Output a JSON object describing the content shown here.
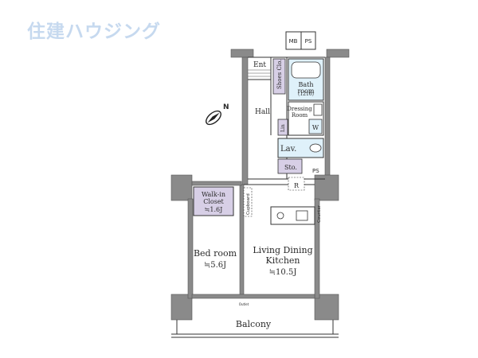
{
  "watermark": "住建ハウジング",
  "compass": "N",
  "rooms": {
    "mb": "MB",
    "ps_top": "PS",
    "entrance": "Ent",
    "shoes_closet": "Shoes Clo.",
    "bathroom": "Bath room",
    "bathroom_size": "(1216)",
    "hall": "Hall",
    "dressing": "Dressing Room",
    "linen": "Lin",
    "washer": "W",
    "lavatory": "Lav.",
    "storage": "Sto.",
    "ps_mid": "PS",
    "refrigerator": "R",
    "walkin": "Walk-in Closet",
    "walkin_size": "≒1.6J",
    "cupboard": "Cupboard",
    "counter": "Counter",
    "bedroom": "Bed room",
    "bedroom_size": "≒5.6J",
    "ldk": "Living Dining Kitchen",
    "ldk_size": "≒10.5J",
    "balcony": "Balcony",
    "outlet_note": "Outlet"
  },
  "colors": {
    "wall": "#8a8a8a",
    "fill_purple": "#d7cfe6",
    "fill_blue": "#dff1fa",
    "line": "#333333",
    "watermark": "#c6d9ef"
  }
}
